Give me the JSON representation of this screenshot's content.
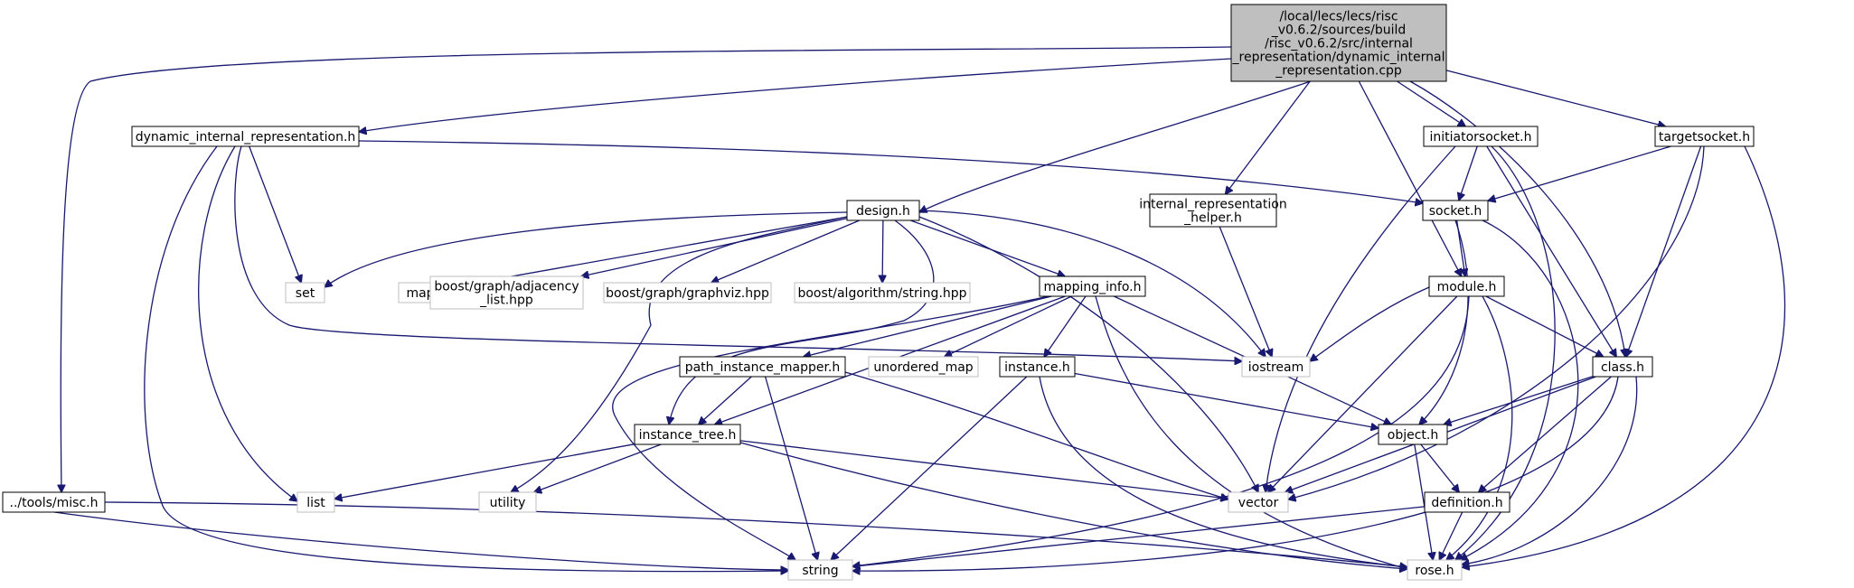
{
  "nodes": [
    {
      "id": "main",
      "kind": "main",
      "lines": [
        "/local/lecs/lecs/risc",
        "_v0.6.2/sources/build",
        "/risc_v0.6.2/src/internal",
        "_representation/dynamic_internal",
        "_representation.cpp"
      ]
    },
    {
      "id": "dir_h",
      "kind": "local",
      "lines": [
        "dynamic_internal_representation.h"
      ]
    },
    {
      "id": "initsock",
      "kind": "local",
      "lines": [
        "initiatorsocket.h"
      ]
    },
    {
      "id": "targsock",
      "kind": "local",
      "lines": [
        "targetsocket.h"
      ]
    },
    {
      "id": "design",
      "kind": "local",
      "lines": [
        "design.h"
      ]
    },
    {
      "id": "irhelper",
      "kind": "local",
      "lines": [
        "internal_representation",
        "_helper.h"
      ]
    },
    {
      "id": "socket",
      "kind": "local",
      "lines": [
        "socket.h"
      ]
    },
    {
      "id": "set",
      "kind": "system",
      "lines": [
        "set"
      ]
    },
    {
      "id": "map",
      "kind": "system",
      "lines": [
        "map"
      ]
    },
    {
      "id": "adjlist",
      "kind": "system",
      "lines": [
        "boost/graph/adjacency",
        "_list.hpp"
      ]
    },
    {
      "id": "graphviz",
      "kind": "system",
      "lines": [
        "boost/graph/graphviz.hpp"
      ]
    },
    {
      "id": "algostr",
      "kind": "system",
      "lines": [
        "boost/algorithm/string.hpp"
      ]
    },
    {
      "id": "mapinfo",
      "kind": "local",
      "lines": [
        "mapping_info.h"
      ]
    },
    {
      "id": "module",
      "kind": "local",
      "lines": [
        "module.h"
      ]
    },
    {
      "id": "pim",
      "kind": "local",
      "lines": [
        "path_instance_mapper.h"
      ]
    },
    {
      "id": "umap",
      "kind": "system",
      "lines": [
        "unordered_map"
      ]
    },
    {
      "id": "instance",
      "kind": "local",
      "lines": [
        "instance.h"
      ]
    },
    {
      "id": "iostream",
      "kind": "system",
      "lines": [
        "iostream"
      ]
    },
    {
      "id": "class",
      "kind": "local",
      "lines": [
        "class.h"
      ]
    },
    {
      "id": "itree",
      "kind": "local",
      "lines": [
        "instance_tree.h"
      ]
    },
    {
      "id": "object",
      "kind": "local",
      "lines": [
        "object.h"
      ]
    },
    {
      "id": "misc",
      "kind": "local",
      "lines": [
        "../tools/misc.h"
      ]
    },
    {
      "id": "list",
      "kind": "system",
      "lines": [
        "list"
      ]
    },
    {
      "id": "utility",
      "kind": "system",
      "lines": [
        "utility"
      ]
    },
    {
      "id": "vector",
      "kind": "system",
      "lines": [
        "vector"
      ]
    },
    {
      "id": "definition",
      "kind": "local",
      "lines": [
        "definition.h"
      ]
    },
    {
      "id": "string",
      "kind": "system",
      "lines": [
        "string"
      ]
    },
    {
      "id": "rose",
      "kind": "system",
      "lines": [
        "rose.h"
      ]
    }
  ],
  "edges": [
    [
      "main",
      "misc"
    ],
    [
      "main",
      "dir_h"
    ],
    [
      "main",
      "design"
    ],
    [
      "main",
      "irhelper"
    ],
    [
      "main",
      "module"
    ],
    [
      "main",
      "initsock"
    ],
    [
      "main",
      "targsock"
    ],
    [
      "main",
      "class"
    ],
    [
      "dir_h",
      "set"
    ],
    [
      "dir_h",
      "list"
    ],
    [
      "dir_h",
      "string"
    ],
    [
      "dir_h",
      "iostream"
    ],
    [
      "dir_h",
      "socket"
    ],
    [
      "design",
      "set"
    ],
    [
      "design",
      "map"
    ],
    [
      "design",
      "adjlist"
    ],
    [
      "design",
      "graphviz"
    ],
    [
      "design",
      "algostr"
    ],
    [
      "design",
      "mapinfo"
    ],
    [
      "design",
      "itree"
    ],
    [
      "design",
      "utility"
    ],
    [
      "design",
      "vector"
    ],
    [
      "design",
      "iostream"
    ],
    [
      "irhelper",
      "iostream"
    ],
    [
      "initsock",
      "socket"
    ],
    [
      "initsock",
      "class"
    ],
    [
      "initsock",
      "vector"
    ],
    [
      "initsock",
      "rose"
    ],
    [
      "targsock",
      "socket"
    ],
    [
      "targsock",
      "class"
    ],
    [
      "targsock",
      "vector"
    ],
    [
      "targsock",
      "rose"
    ],
    [
      "socket",
      "module"
    ],
    [
      "socket",
      "object"
    ],
    [
      "socket",
      "rose"
    ],
    [
      "mapinfo",
      "pim"
    ],
    [
      "mapinfo",
      "umap"
    ],
    [
      "mapinfo",
      "instance"
    ],
    [
      "mapinfo",
      "itree"
    ],
    [
      "mapinfo",
      "object"
    ],
    [
      "mapinfo",
      "rose"
    ],
    [
      "mapinfo",
      "string"
    ],
    [
      "module",
      "iostream"
    ],
    [
      "module",
      "class"
    ],
    [
      "module",
      "vector"
    ],
    [
      "module",
      "string"
    ],
    [
      "module",
      "rose"
    ],
    [
      "pim",
      "itree"
    ],
    [
      "pim",
      "string"
    ],
    [
      "pim",
      "vector"
    ],
    [
      "instance",
      "object"
    ],
    [
      "instance",
      "string"
    ],
    [
      "instance",
      "rose"
    ],
    [
      "class",
      "object"
    ],
    [
      "class",
      "definition"
    ],
    [
      "class",
      "vector"
    ],
    [
      "class",
      "rose"
    ],
    [
      "class",
      "string"
    ],
    [
      "itree",
      "list"
    ],
    [
      "itree",
      "utility"
    ],
    [
      "itree",
      "vector"
    ],
    [
      "itree",
      "rose"
    ],
    [
      "object",
      "definition"
    ],
    [
      "object",
      "rose"
    ],
    [
      "definition",
      "rose"
    ],
    [
      "definition",
      "string"
    ],
    [
      "misc",
      "string"
    ],
    [
      "misc",
      "rose"
    ]
  ],
  "colors": {
    "edge": "#191970",
    "main_fill": "#bfbfbf",
    "local_border": "#000000",
    "system_border": "#bfbfbf",
    "text": "#000000",
    "background": "#ffffff"
  }
}
